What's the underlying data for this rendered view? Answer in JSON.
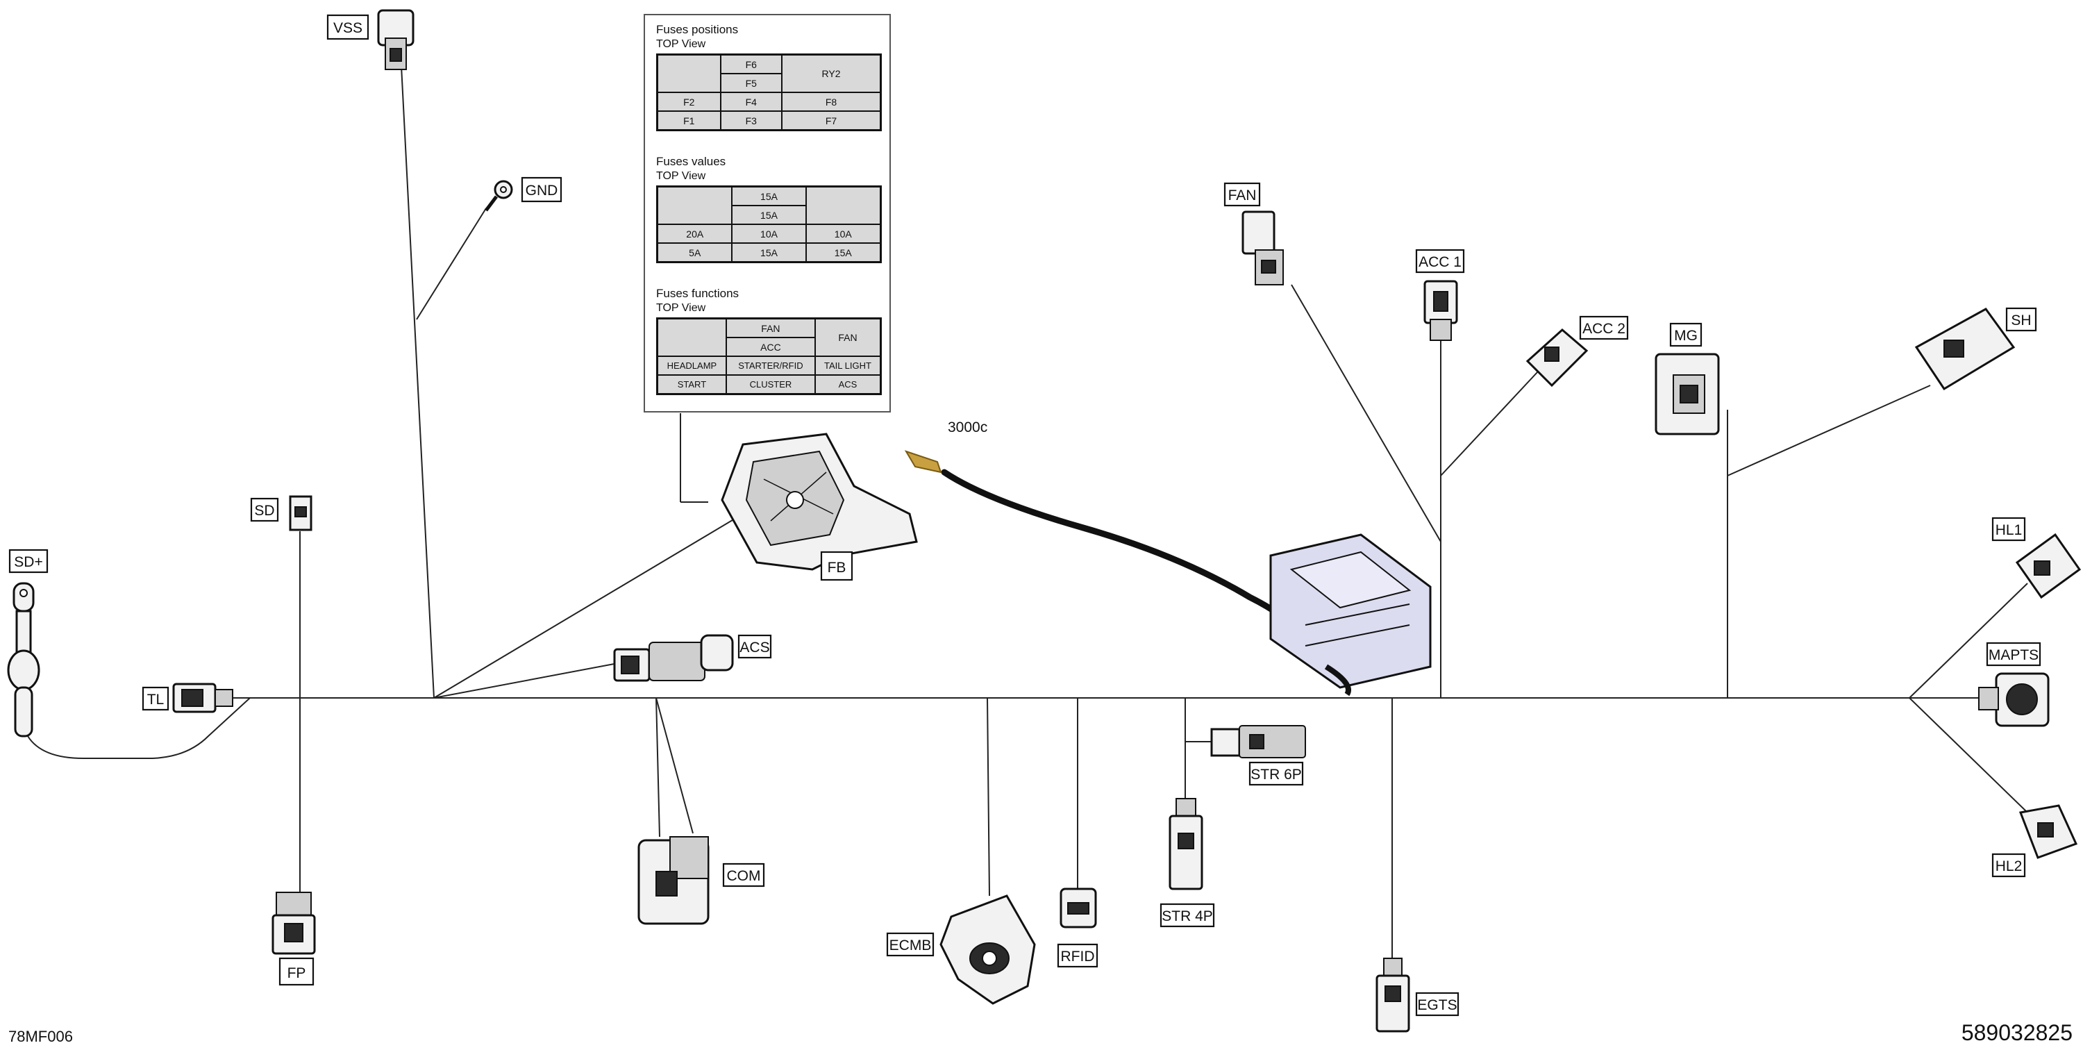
{
  "connectors": {
    "vss": "VSS",
    "gnd": "GND",
    "sd": "SD",
    "sd_plus": "SD+",
    "tl": "TL",
    "fp": "FP",
    "fb": "FB",
    "acs": "ACS",
    "com": "COM",
    "ecmb": "ECMB",
    "rfid": "RFID",
    "str4p": "STR 4P",
    "str6p": "STR 6P",
    "egts": "EGTS",
    "fan": "FAN",
    "acc1": "ACC 1",
    "acc2": "ACC 2",
    "mg": "MG",
    "sh": "SH",
    "hl1": "HL1",
    "mapts": "MAPTS",
    "hl2": "HL2"
  },
  "cable_label": "3000c",
  "fuse_panel": {
    "positions": {
      "title": "Fuses positions",
      "view": "TOP View",
      "r1": [
        "",
        "F6",
        "RY2"
      ],
      "r2": [
        "F5"
      ],
      "r3": [
        "F2",
        "F4",
        "F8"
      ],
      "r4": [
        "F1",
        "F3",
        "F7"
      ]
    },
    "values": {
      "title": "Fuses values",
      "view": "TOP View",
      "r1": [
        "",
        "15A",
        ""
      ],
      "r2": [
        "15A"
      ],
      "r3": [
        "20A",
        "10A",
        "10A"
      ],
      "r4": [
        "5A",
        "15A",
        "15A"
      ]
    },
    "functions": {
      "title": "Fuses functions",
      "view": "TOP View",
      "r1": [
        "",
        "FAN",
        "FAN"
      ],
      "r2": [
        "ACC"
      ],
      "r3": [
        "HEADLAMP",
        "STARTER/RFID",
        "TAIL LIGHT"
      ],
      "r4": [
        "START",
        "CLUSTER",
        "ACS"
      ]
    }
  },
  "footer": {
    "left_code": "78MF006",
    "right_code": "589032825"
  },
  "colors": {
    "line": "#222222",
    "cell": "#d9d9d9",
    "ecm_body": "#dcdcf0",
    "terminal": "#c8a040"
  }
}
